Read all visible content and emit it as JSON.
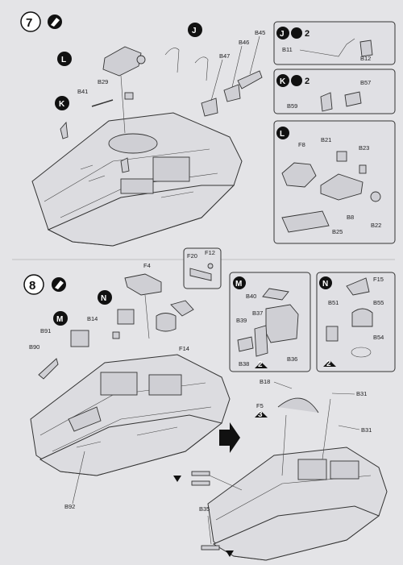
{
  "steps": [
    {
      "number": "7"
    },
    {
      "number": "8"
    }
  ],
  "markers": {
    "J": "J",
    "K": "K",
    "L": "L",
    "M": "M",
    "N": "N"
  },
  "step7": {
    "parts": [
      "B45",
      "B46",
      "B47",
      "B29",
      "B41"
    ],
    "subassembly_J": {
      "letter": "J",
      "qty": "2",
      "parts": [
        "B11",
        "B12"
      ]
    },
    "subassembly_K": {
      "letter": "K",
      "qty": "2",
      "parts": [
        "B57",
        "B59"
      ]
    },
    "subassembly_L": {
      "letter": "L",
      "parts": [
        "F8",
        "B21",
        "B23",
        "B8",
        "B22",
        "B25"
      ]
    }
  },
  "step8": {
    "parts": [
      "F4",
      "F20",
      "F12",
      "B14",
      "F14",
      "B91",
      "B90",
      "B92"
    ],
    "subassembly_M": {
      "letter": "M",
      "parts": [
        "B40",
        "B37",
        "B39",
        "B38",
        "B36"
      ],
      "flag": "2"
    },
    "subassembly_N": {
      "letter": "N",
      "parts": [
        "F15",
        "B51",
        "B55",
        "B54"
      ],
      "flag": "2"
    }
  },
  "final": {
    "parts": [
      "B18",
      "F5",
      "B31",
      "B31",
      "B35"
    ],
    "f5_flag": "3"
  }
}
